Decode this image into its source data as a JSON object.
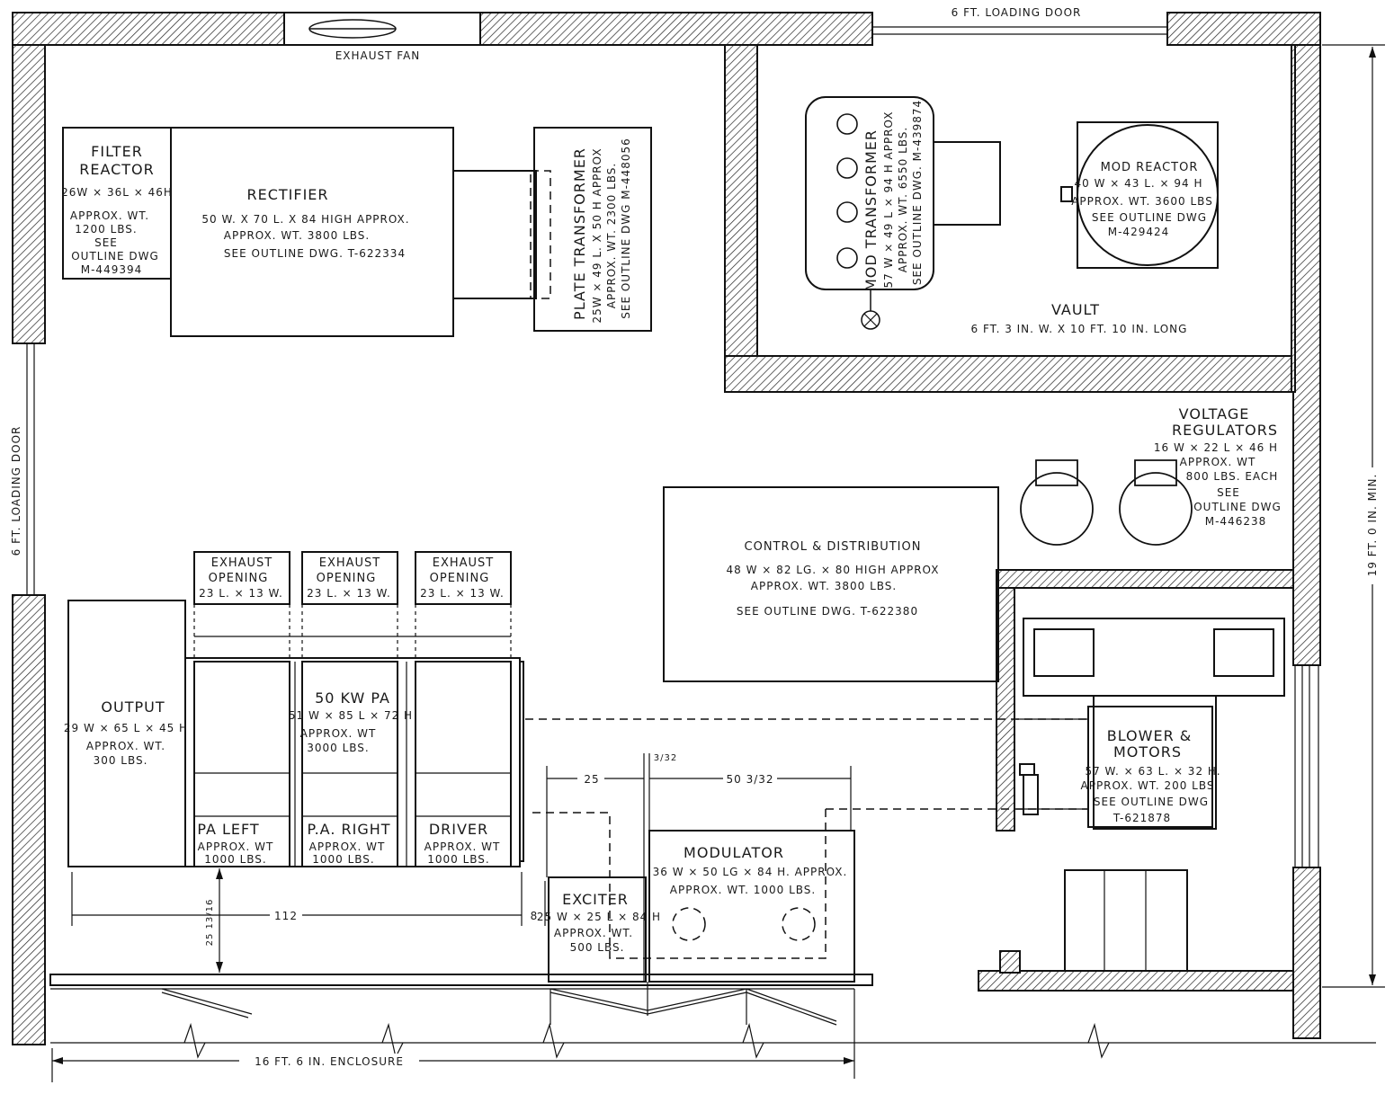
{
  "labels": {
    "exhaust_fan": "EXHAUST FAN",
    "loading_door_top": "6 FT. LOADING DOOR",
    "loading_door_left": "6 FT. LOADING DOOR",
    "filter_reactor": [
      "FILTER",
      "REACTOR",
      "26W × 36L × 46H",
      "APPROX. WT.",
      "1200 LBS.",
      "SEE",
      "OUTLINE DWG",
      "M-449394"
    ],
    "rectifier": [
      "RECTIFIER",
      "50 W. X 70 L. X 84 HIGH APPROX.",
      "APPROX. WT. 3800 LBS.",
      "SEE OUTLINE DWG. T-622334"
    ],
    "plate_transformer": [
      "PLATE TRANSFORMER",
      "25W × 49 L. X 50 H APPROX",
      "APPROX. WT. 2300 LBS.",
      "SEE OUTLINE DWG M-448056"
    ],
    "mod_transformer": [
      "MOD TRANSFORMER",
      "57 W × 49 L × 94 H APPROX",
      "APPROX. WT. 6550 LBS.",
      "SEE OUTLINE DWG. M-439874"
    ],
    "mod_reactor": [
      "MOD REACTOR",
      "40 W × 43 L. × 94 H",
      "APPROX. WT. 3600 LBS",
      "SEE OUTLINE DWG",
      "M-429424"
    ],
    "vault": [
      "VAULT",
      "6 FT. 3 IN. W. X 10 FT. 10 IN. LONG"
    ],
    "voltage_regulators": [
      "VOLTAGE",
      "REGULATORS",
      "16 W × 22 L × 46 H",
      "APPROX. WT",
      "800 LBS. EACH",
      "SEE",
      "OUTLINE DWG",
      "M-446238"
    ],
    "control_distribution": [
      "CONTROL & DISTRIBUTION",
      "48 W × 82 LG. × 80 HIGH APPROX",
      "APPROX. WT. 3800 LBS.",
      "SEE OUTLINE DWG. T-622380"
    ],
    "exhaust_opening": [
      "EXHAUST",
      "OPENING",
      "23 L. × 13 W."
    ],
    "output": [
      "OUTPUT",
      "29 W × 65 L × 45 H",
      "APPROX. WT.",
      "300 LBS."
    ],
    "pa_50kw": [
      "50 KW PA",
      "51 W × 85 L × 72 H",
      "APPROX. WT",
      "3000 LBS."
    ],
    "pa_left": [
      "PA LEFT",
      "APPROX. WT",
      "1000 LBS."
    ],
    "pa_right": [
      "P.A. RIGHT",
      "APPROX. WT",
      "1000 LBS."
    ],
    "driver": [
      "DRIVER",
      "APPROX. WT",
      "1000 LBS."
    ],
    "blower_motors": [
      "BLOWER &",
      "MOTORS",
      "57 W. × 63 L. × 32 H.",
      "APPROX. WT. 200 LBS",
      "SEE OUTLINE DWG",
      "T-621878"
    ],
    "modulator": [
      "MODULATOR",
      "36 W × 50 LG × 84 H. APPROX.",
      "APPROX. WT. 1000 LBS."
    ],
    "exciter": [
      "EXCITER",
      "25 W × 25 L × 84 H",
      "APPROX. WT.",
      "500 LBS."
    ],
    "dims": {
      "d112": "112",
      "d8": "8",
      "d25": "25",
      "d50": "50 3/32",
      "d3_32": "3/32",
      "d25_13": "25 13/16",
      "enclosure": "16 FT. 6 IN. ENCLOSURE",
      "height_min": "19 FT. 0 IN. MIN."
    }
  }
}
